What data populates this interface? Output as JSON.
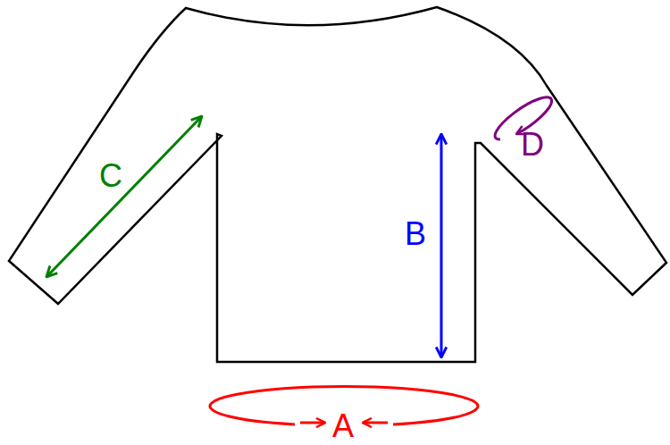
{
  "diagram": {
    "labels": [
      "C",
      "D",
      "B",
      "A"
    ]
  }
}
